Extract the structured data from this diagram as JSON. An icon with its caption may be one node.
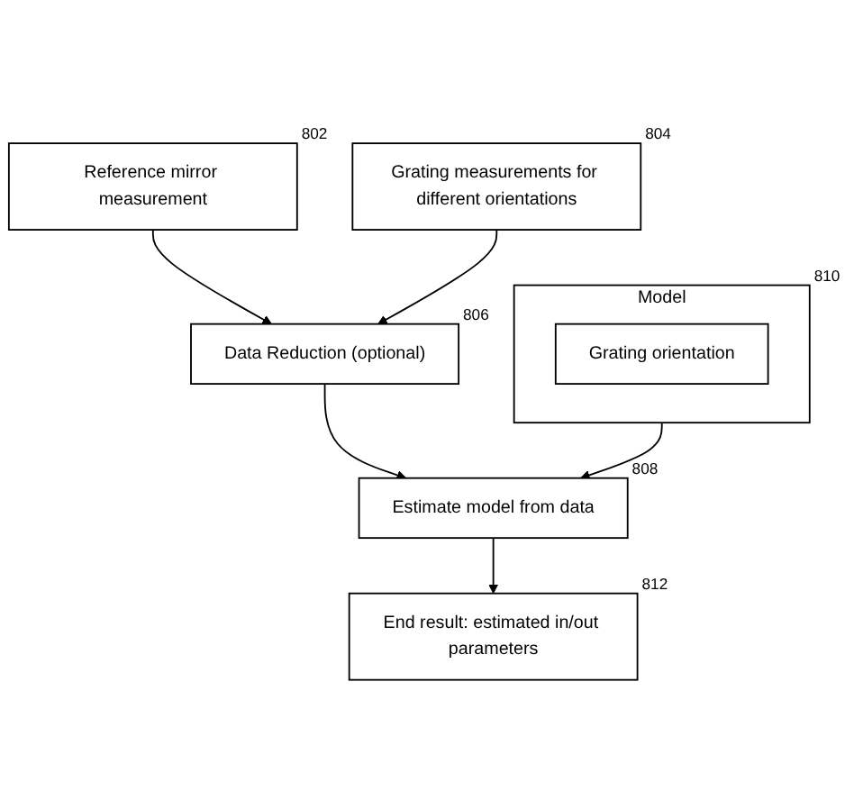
{
  "diagram": {
    "nodes": [
      {
        "text": [
          "Reference mirror measurement"
        ],
        "beside": [
          "802"
        ]
      },
      {
        "text": [
          "Grating measurements for different orientations"
        ],
        "beside": [
          "804"
        ]
      },
      {
        "text": [
          "Data Reduction (optional)"
        ],
        "beside": [
          "806"
        ]
      },
      {
        "text": [
          "Model"
        ],
        "beside": [
          "810"
        ]
      },
      {
        "text": [
          "Grating orientation"
        ],
        "in": 3
      },
      {
        "text": [
          "Estimate model from data"
        ],
        "beside": [
          "808"
        ]
      },
      {
        "text": [
          "End result: estimated in/out parameters"
        ],
        "beside": [
          "812"
        ]
      }
    ],
    "edges": [
      {
        "from": 0,
        "to": 2,
        "arrow": "to"
      },
      {
        "from": 1,
        "to": 2,
        "arrow": "to"
      },
      {
        "from": 2,
        "to": 5,
        "arrow": "to"
      },
      {
        "from": 3,
        "to": 5,
        "arrow": "to"
      },
      {
        "from": 5,
        "to": 6,
        "arrow": "to"
      }
    ]
  }
}
